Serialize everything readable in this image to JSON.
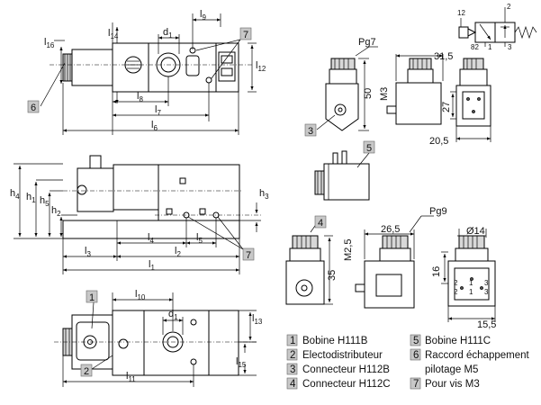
{
  "dimensions": {
    "top_view": {
      "l16": "l",
      "l16_sub": "16",
      "l14": "l",
      "l14_sub": "14",
      "d1": "d",
      "d1_sub": "1",
      "l9": "l",
      "l9_sub": "9",
      "l12": "l",
      "l12_sub": "12",
      "l8": "l",
      "l8_sub": "8",
      "l7": "l",
      "l7_sub": "7",
      "l6": "l",
      "l6_sub": "6"
    },
    "front_view": {
      "h4": "h",
      "h4_sub": "4",
      "h1": "h",
      "h1_sub": "1",
      "h5": "h",
      "h5_sub": "5",
      "h2": "h",
      "h2_sub": "2",
      "h3": "h",
      "h3_sub": "3",
      "l4": "l",
      "l4_sub": "4",
      "l5": "l",
      "l5_sub": "5",
      "l3": "l",
      "l3_sub": "3",
      "l2": "l",
      "l2_sub": "2",
      "l1": "l",
      "l1_sub": "1"
    },
    "bottom_view": {
      "l10": "l",
      "l10_sub": "10",
      "d1": "d",
      "d1_sub": "1",
      "l13": "l",
      "l13_sub": "13",
      "l15": "l",
      "l15_sub": "15",
      "l11": "l",
      "l11_sub": "11"
    },
    "connector_top": {
      "pg7": "Pg7",
      "d31_5": "31,5",
      "d50": "50",
      "m3": "M3",
      "d27": "27",
      "d20_5": "20,5"
    },
    "connector_bottom": {
      "pg9": "Pg9",
      "d26_5": "26,5",
      "d14": "Ø14",
      "m2_5": "M2,5",
      "d35": "35",
      "d16": "16",
      "d15_5": "15,5"
    },
    "symbol": {
      "p12": "12",
      "p2": "2",
      "p82": "82",
      "p1": "1",
      "p3": "3"
    },
    "pin_labels": {
      "a": "2",
      "b": "1",
      "c": "3",
      "d": "2",
      "e": "1",
      "f": "3"
    }
  },
  "callouts": {
    "c1": "1",
    "c2": "2",
    "c3": "3",
    "c4": "4",
    "c5": "5",
    "c6": "6",
    "c7a": "7",
    "c7b": "7"
  },
  "legend": [
    {
      "num": "1",
      "text": "Bobine H111B"
    },
    {
      "num": "2",
      "text": "Electodistributeur"
    },
    {
      "num": "3",
      "text": "Connecteur H112B"
    },
    {
      "num": "4",
      "text": "Connecteur H112C"
    },
    {
      "num": "5",
      "text": "Bobine H111C"
    },
    {
      "num": "6",
      "text": "Raccord échappement"
    },
    {
      "num": "",
      "text": "pilotage M5"
    },
    {
      "num": "7",
      "text": "Pour vis M3"
    }
  ]
}
